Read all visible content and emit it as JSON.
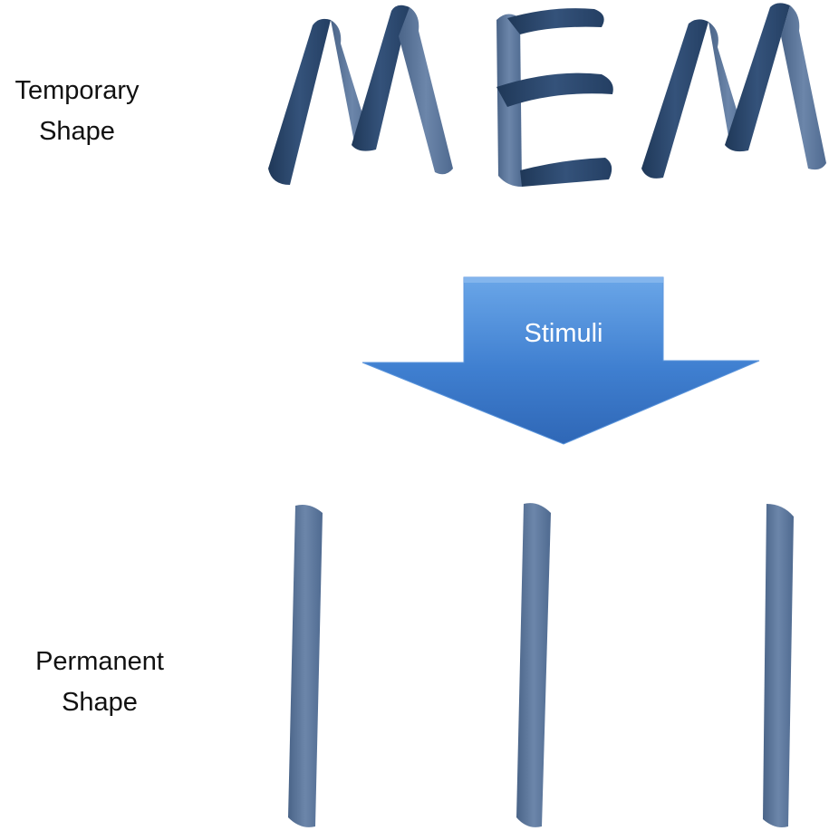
{
  "temporary_label": {
    "line1": "Temporary",
    "line2": "Shape"
  },
  "permanent_label": {
    "line1": "Permanent",
    "line2": "Shape"
  },
  "arrow": {
    "text": "Stimuli"
  },
  "colors": {
    "ribbon_dark": "#2a4466",
    "ribbon_side": "#5a7498",
    "arrow_fill": "#3f7fd0",
    "arrow_light": "#6aa6e8",
    "arrow_text": "#ffffff"
  }
}
